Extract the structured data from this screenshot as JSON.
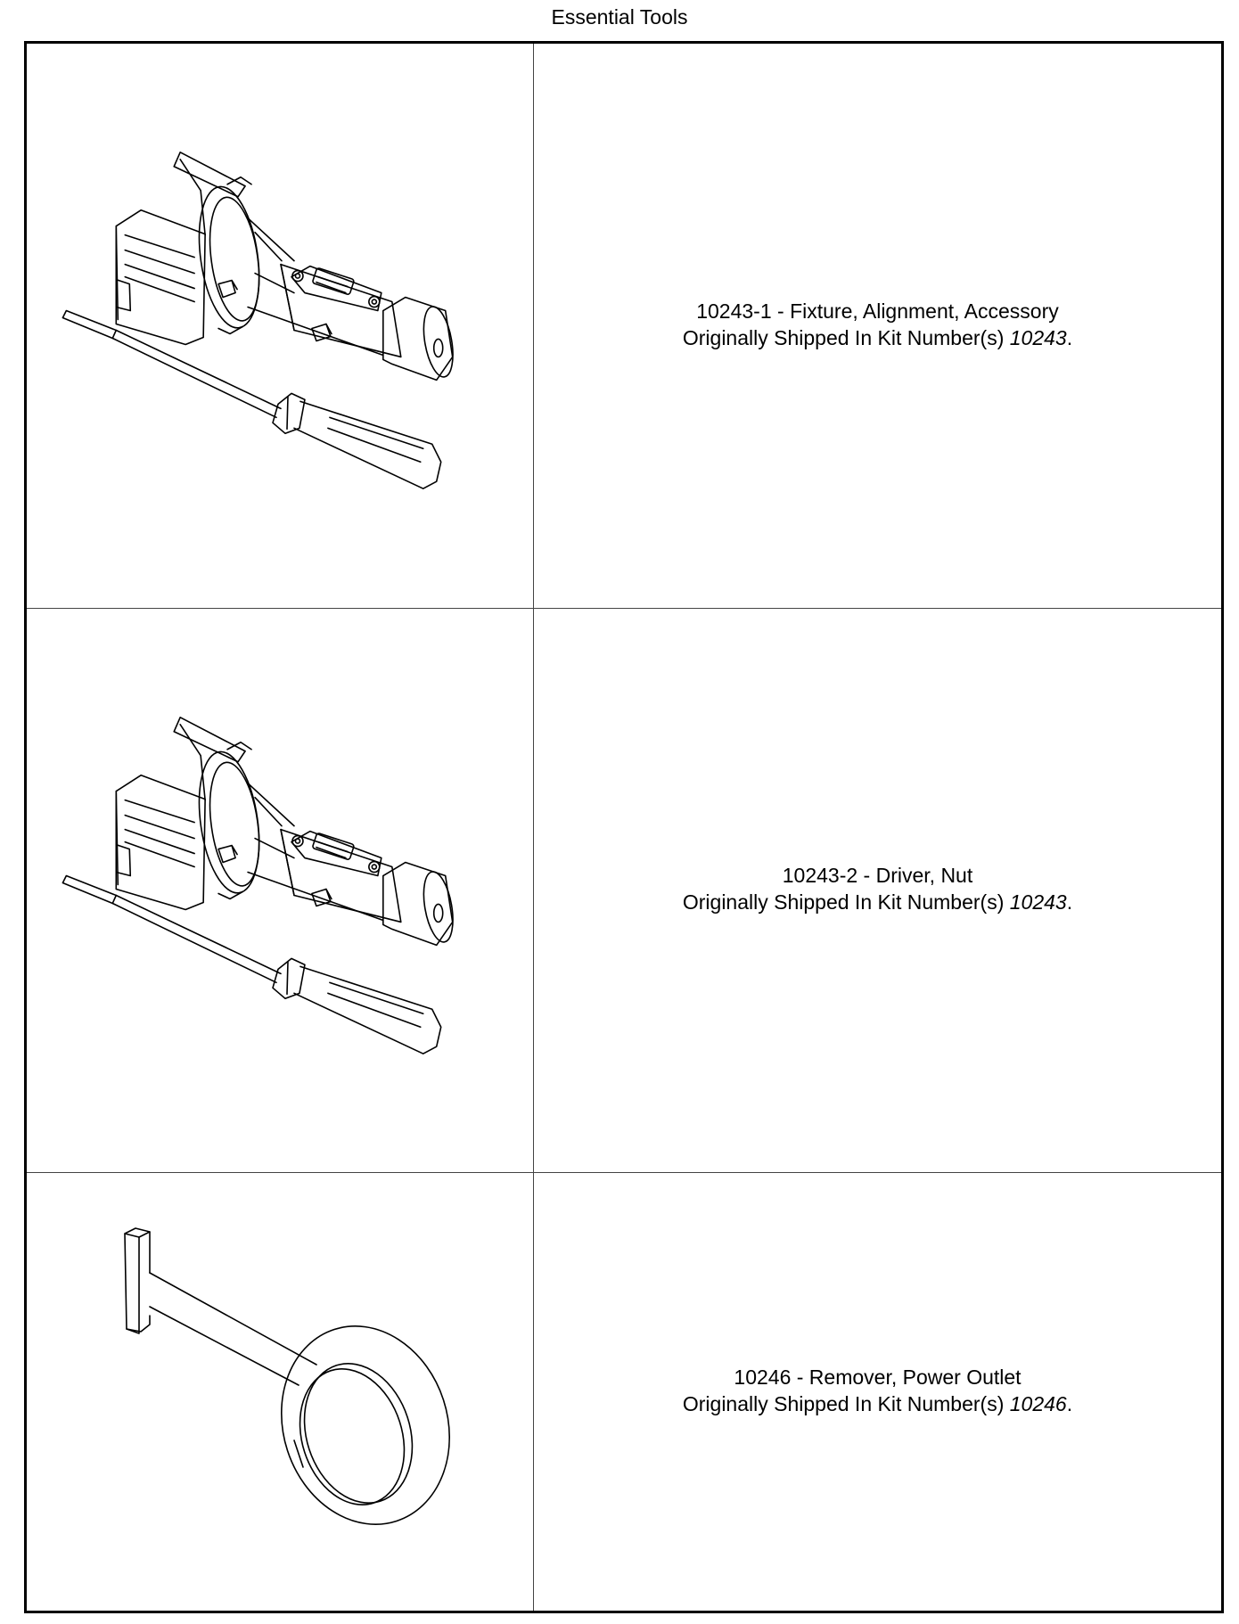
{
  "page": {
    "title": "Essential Tools"
  },
  "tools": [
    {
      "tool_line": "10243-1 - Fixture, Alignment, Accessory",
      "kit_prefix": "Originally Shipped In Kit Number(s) ",
      "kit_number": "10243",
      "kit_suffix": ".",
      "icon": "alignment-fixture-illustration"
    },
    {
      "tool_line": "10243-2 - Driver, Nut",
      "kit_prefix": "Originally Shipped In Kit Number(s) ",
      "kit_number": "10243",
      "kit_suffix": ".",
      "icon": "nut-driver-illustration"
    },
    {
      "tool_line": "10246 - Remover, Power Outlet",
      "kit_prefix": "Originally Shipped In Kit Number(s) ",
      "kit_number": "10246",
      "kit_suffix": ".",
      "icon": "power-outlet-remover-illustration"
    }
  ]
}
